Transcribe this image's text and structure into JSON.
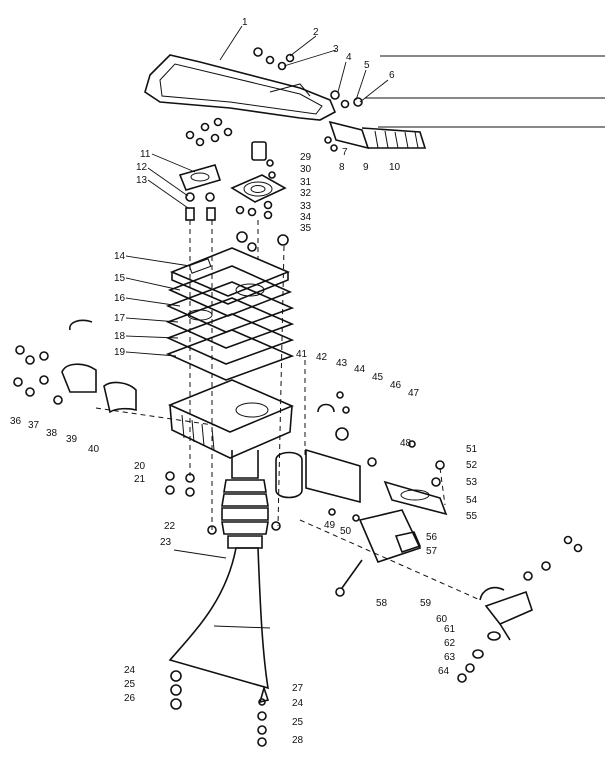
{
  "diagram": {
    "callouts": [
      {
        "id": "1",
        "text": "1"
      },
      {
        "id": "2",
        "text": "2"
      },
      {
        "id": "3",
        "text": "3"
      },
      {
        "id": "4",
        "text": "4"
      },
      {
        "id": "5",
        "text": "5"
      },
      {
        "id": "6",
        "text": "6"
      },
      {
        "id": "7",
        "text": "7"
      },
      {
        "id": "8",
        "text": "8"
      },
      {
        "id": "9",
        "text": "9"
      },
      {
        "id": "10",
        "text": "10"
      },
      {
        "id": "11",
        "text": "11"
      },
      {
        "id": "12",
        "text": "12"
      },
      {
        "id": "13",
        "text": "13"
      },
      {
        "id": "14",
        "text": "14"
      },
      {
        "id": "15",
        "text": "15"
      },
      {
        "id": "16",
        "text": "16"
      },
      {
        "id": "17",
        "text": "17"
      },
      {
        "id": "18",
        "text": "18"
      },
      {
        "id": "19",
        "text": "19"
      },
      {
        "id": "20",
        "text": "20"
      },
      {
        "id": "21",
        "text": "21"
      },
      {
        "id": "22",
        "text": "22"
      },
      {
        "id": "23",
        "text": "23"
      },
      {
        "id": "24",
        "text": "24"
      },
      {
        "id": "25",
        "text": "25"
      },
      {
        "id": "26",
        "text": "26"
      },
      {
        "id": "27",
        "text": "27"
      },
      {
        "id": "24b",
        "text": "24"
      },
      {
        "id": "25b",
        "text": "25"
      },
      {
        "id": "28",
        "text": "28"
      },
      {
        "id": "29",
        "text": "29"
      },
      {
        "id": "30",
        "text": "30"
      },
      {
        "id": "31",
        "text": "31"
      },
      {
        "id": "32",
        "text": "32"
      },
      {
        "id": "33",
        "text": "33"
      },
      {
        "id": "34",
        "text": "34"
      },
      {
        "id": "35",
        "text": "35"
      },
      {
        "id": "36",
        "text": "36"
      },
      {
        "id": "37",
        "text": "37"
      },
      {
        "id": "38",
        "text": "38"
      },
      {
        "id": "39",
        "text": "39"
      },
      {
        "id": "40",
        "text": "40"
      },
      {
        "id": "41",
        "text": "41"
      },
      {
        "id": "42",
        "text": "42"
      },
      {
        "id": "43",
        "text": "43"
      },
      {
        "id": "44",
        "text": "44"
      },
      {
        "id": "45",
        "text": "45"
      },
      {
        "id": "46",
        "text": "46"
      },
      {
        "id": "47",
        "text": "47"
      },
      {
        "id": "48",
        "text": "48"
      },
      {
        "id": "49",
        "text": "49"
      },
      {
        "id": "50",
        "text": "50"
      },
      {
        "id": "51",
        "text": "51"
      },
      {
        "id": "52",
        "text": "52"
      },
      {
        "id": "53",
        "text": "53"
      },
      {
        "id": "54",
        "text": "54"
      },
      {
        "id": "55",
        "text": "55"
      },
      {
        "id": "56",
        "text": "56"
      },
      {
        "id": "57",
        "text": "57"
      },
      {
        "id": "58",
        "text": "58"
      },
      {
        "id": "59",
        "text": "59"
      },
      {
        "id": "60",
        "text": "60"
      },
      {
        "id": "61",
        "text": "61"
      },
      {
        "id": "62",
        "text": "62"
      },
      {
        "id": "63",
        "text": "63"
      },
      {
        "id": "64",
        "text": "64"
      }
    ]
  }
}
